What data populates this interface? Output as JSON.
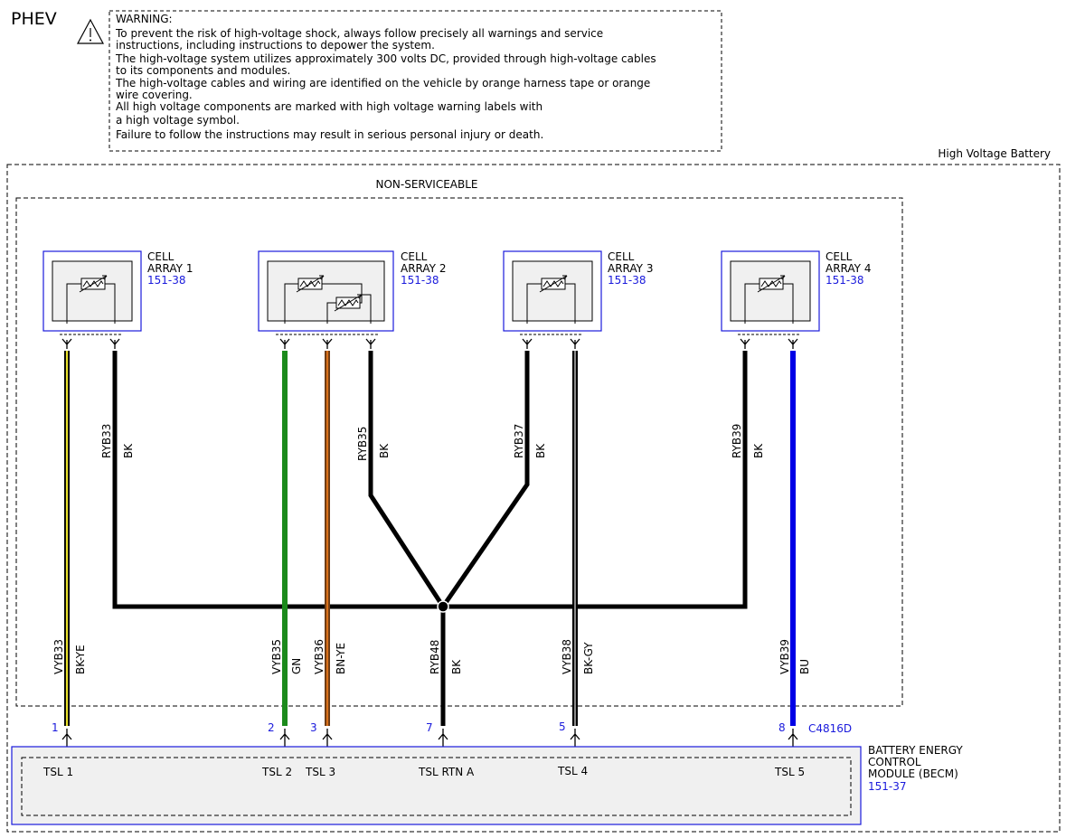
{
  "header": {
    "badge": "PHEV",
    "warning_lines": [
      "WARNING:",
      "To prevent the risk of high-voltage shock, always follow precisely all warnings and service",
      "instructions, including instructions to depower the system.",
      "The high-voltage system utilizes approximately 300 volts DC, provided through high-voltage cables",
      "to its components and modules.",
      "The high-voltage cables and wiring are identified on the vehicle by orange harness tape or orange",
      "wire covering.",
      "All high voltage components are marked with high voltage warning labels with",
      "a high voltage symbol.",
      "Failure to follow the instructions may result in serious personal injury or death."
    ]
  },
  "outer_box": {
    "label": "High Voltage Battery"
  },
  "inner_box": {
    "label": "NON-SERVICEABLE"
  },
  "cells": [
    {
      "line1": "CELL",
      "line2": "ARRAY 1",
      "ref": "151-38"
    },
    {
      "line1": "CELL",
      "line2": "ARRAY 2",
      "ref": "151-38"
    },
    {
      "line1": "CELL",
      "line2": "ARRAY 3",
      "ref": "151-38"
    },
    {
      "line1": "CELL",
      "line2": "ARRAY 4",
      "ref": "151-38"
    }
  ],
  "upper_wires": [
    {
      "circuit": "RYB33",
      "color": "BK"
    },
    {
      "circuit": "RYB35",
      "color": "BK"
    },
    {
      "circuit": "RYB37",
      "color": "BK"
    },
    {
      "circuit": "RYB39",
      "color": "BK"
    }
  ],
  "lower_wires": [
    {
      "circuit": "VYB33",
      "color": "BK-YE",
      "pin": "1",
      "terminal": "TSL 1"
    },
    {
      "circuit": "VYB35",
      "color": "GN",
      "pin": "2",
      "terminal": "TSL 2"
    },
    {
      "circuit": "VYB36",
      "color": "BN-YE",
      "pin": "3",
      "terminal": "TSL 3"
    },
    {
      "circuit": "RYB48",
      "color": "BK",
      "pin": "7",
      "terminal": "TSL RTN A"
    },
    {
      "circuit": "VYB38",
      "color": "BK-GY",
      "pin": "5",
      "terminal": "TSL 4"
    },
    {
      "circuit": "VYB39",
      "color": "BU",
      "pin": "8",
      "terminal": "TSL 5"
    }
  ],
  "connector": {
    "id": "C4816D"
  },
  "module": {
    "line1": "BATTERY ENERGY",
    "line2": "CONTROL",
    "line3": "MODULE (BECM)",
    "ref": "151-37"
  },
  "colors": {
    "ref_blue": "#1a1adc",
    "wire_black": "#000000",
    "wire_yellow": "#e8e02a",
    "wire_green": "#1b8a1b",
    "wire_orange": "#d8701a",
    "wire_brown": "#6b3a14",
    "wire_gray": "#8a8a8a",
    "wire_blue": "#0000e6",
    "module_fill": "#f0f0f0",
    "cell_fill": "#f0f0f0"
  }
}
